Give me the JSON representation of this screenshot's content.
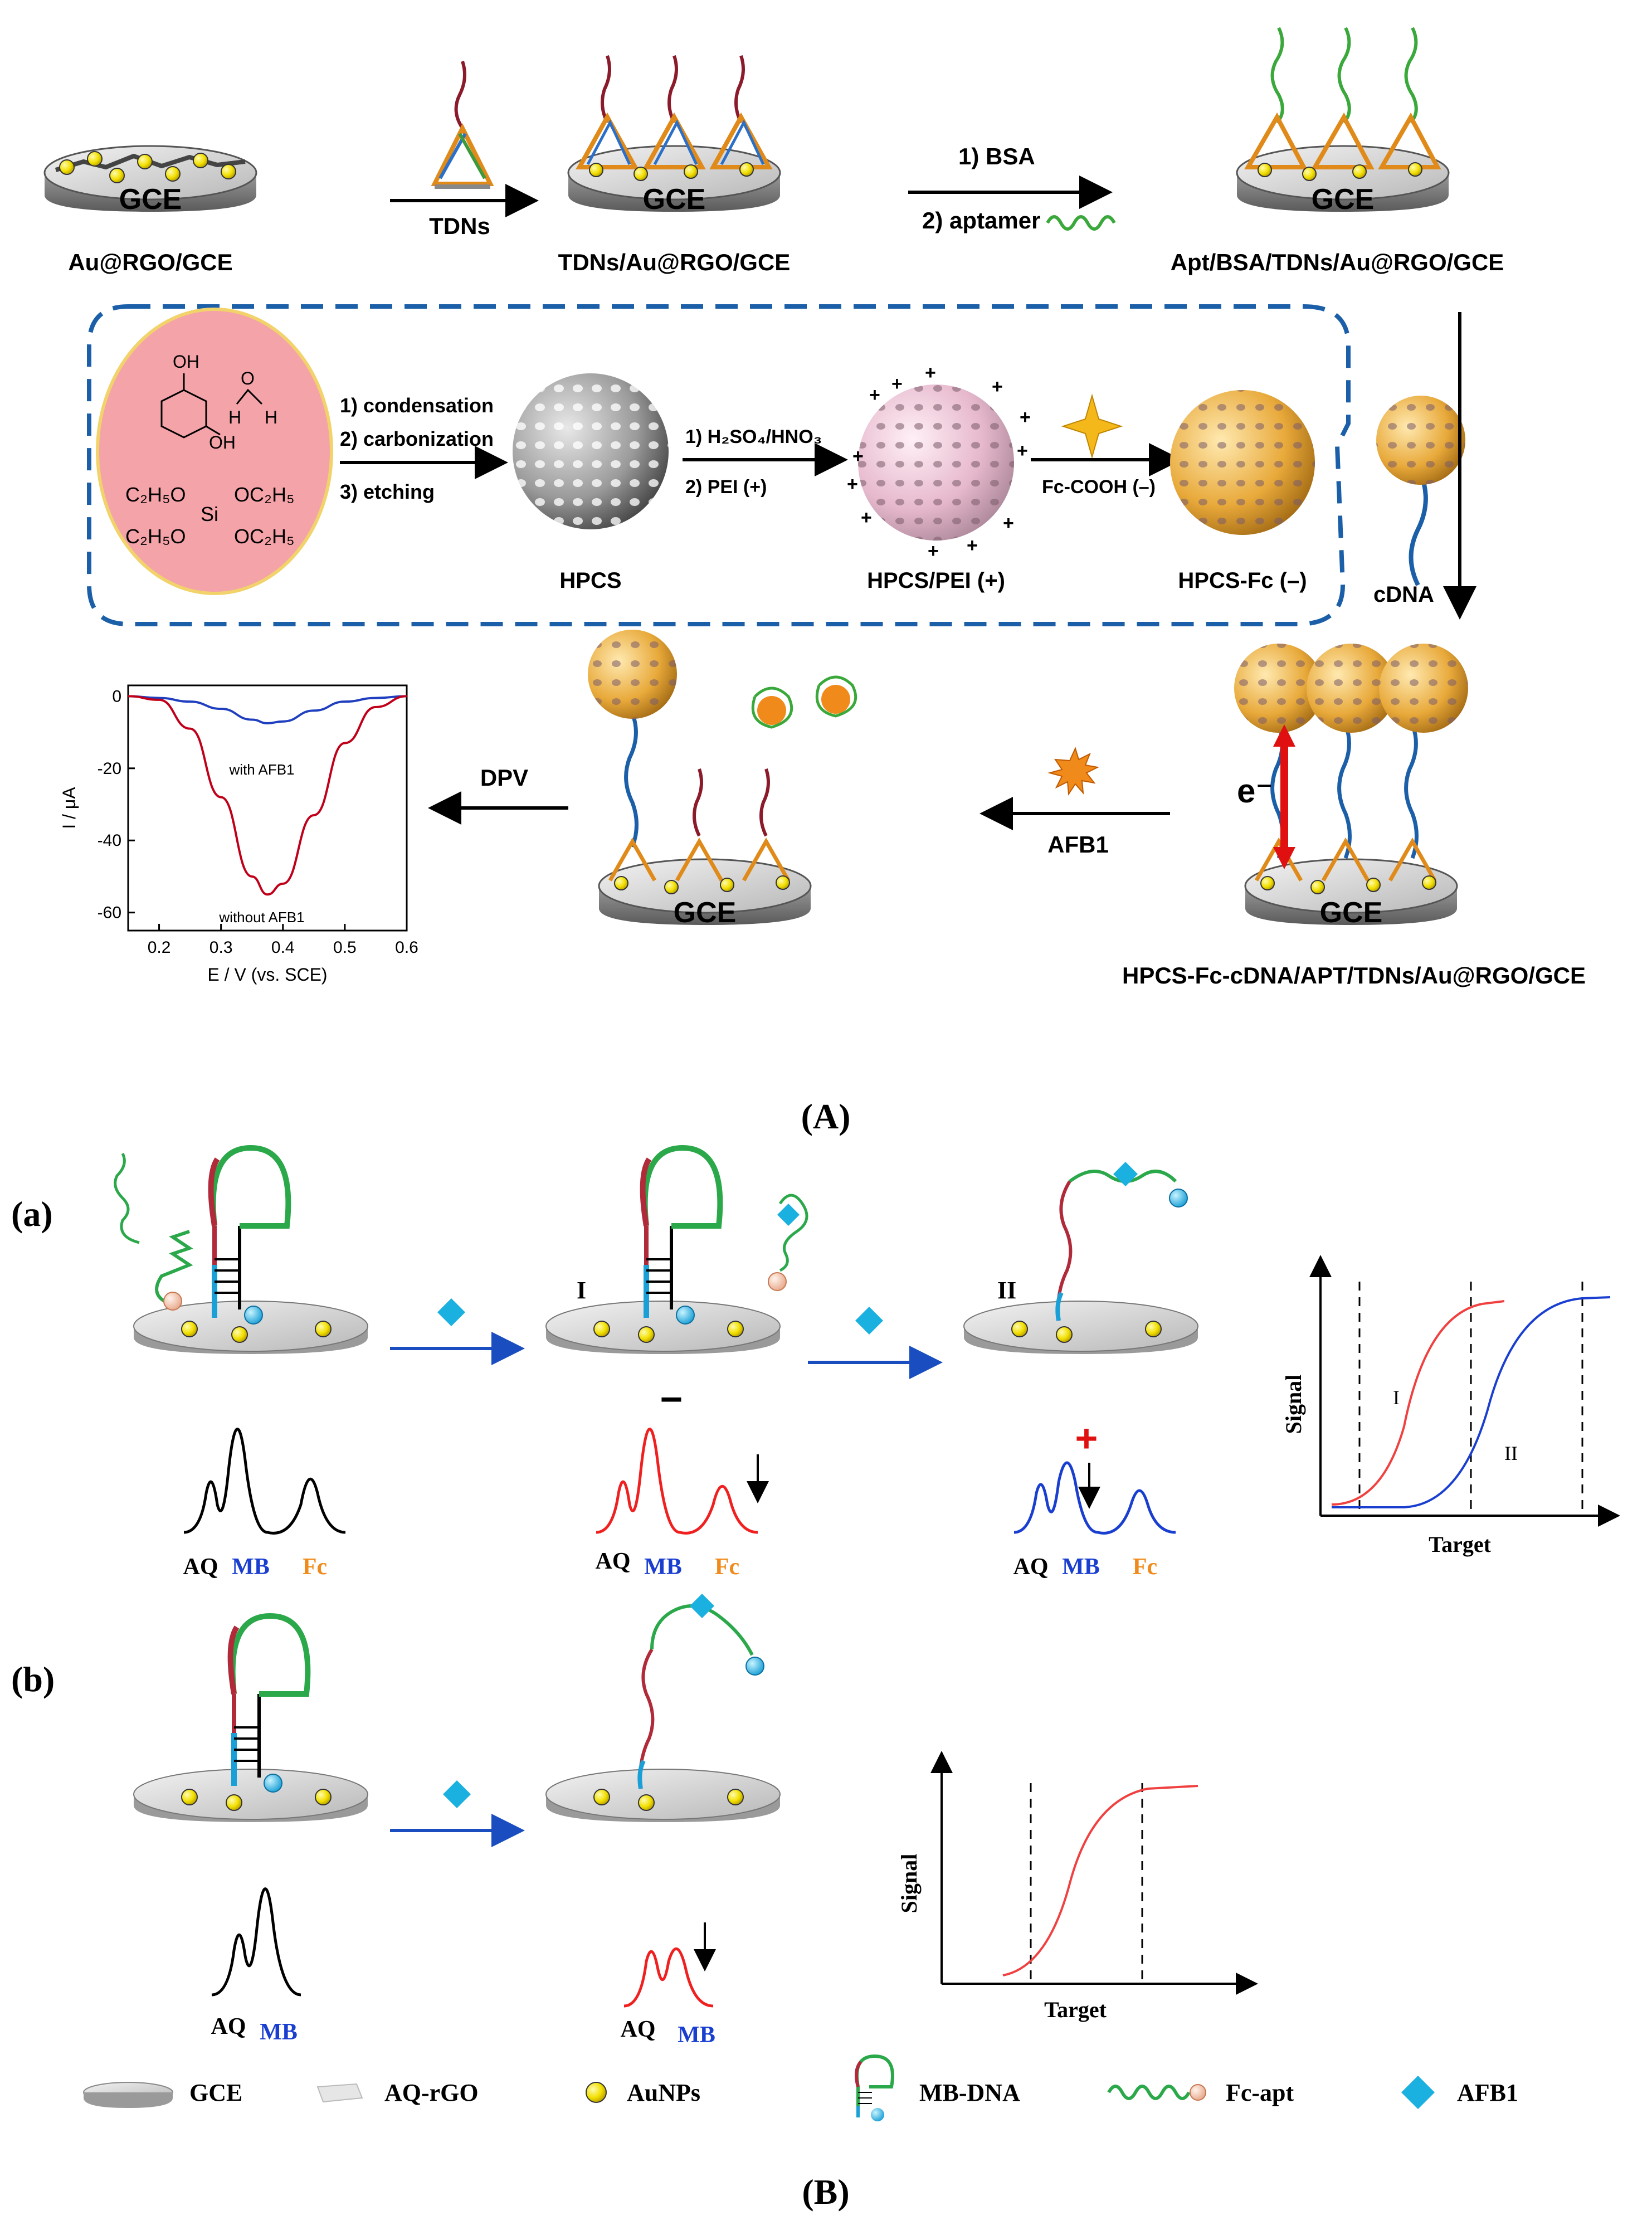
{
  "panelA": {
    "label": "A",
    "electrode_text": "GCE",
    "step1_label": "Au@RGO/GCE",
    "arrow1_label": "TDNs",
    "step2_label": "TDNs/Au@RGO/GCE",
    "arrow2_line1": "1) BSA",
    "arrow2_line2": "2) aptamer",
    "step3_label": "Apt/BSA/TDNs/Au@RGO/GCE",
    "synth_cond1": "1) condensation",
    "synth_cond2": "2) carbonization",
    "synth_cond3": "3) etching",
    "chem_oh_top": "OH",
    "chem_oh_bottom": "OH",
    "chem_h1": "H",
    "chem_h2": "H",
    "chem_o": "O",
    "chem_si": "Si",
    "chem_c2h5o_left_top": "C₂H₅O",
    "chem_c2h5o_left_bottom": "C₂H₅O",
    "chem_oc2h5_right_top": "OC₂H₅",
    "chem_oc2h5_right_bottom": "OC₂H₅",
    "hpcs_label": "HPCS",
    "acid_step1": "1) H₂SO₄/HNO₃",
    "acid_step2": "2) PEI (+)",
    "hpcs_pei_label": "HPCS/PEI (+)",
    "fc_arrow_label": "Fc-COOH (–)",
    "hpcs_fc_label": "HPCS-Fc (–)",
    "cdna_label": "cDNA",
    "e_label": "e⁻",
    "afb1_label": "AFB1",
    "final_label": "HPCS-Fc-cDNA/APT/TDNs/Au@RGO/GCE",
    "dpv_label": "DPV",
    "dpv_chart": {
      "ylabel": "I / μA",
      "xlabel": "E / V (vs. SCE)",
      "yticks": [
        "0",
        "-20",
        "-40",
        "-60"
      ],
      "xticks": [
        "0.2",
        "0.3",
        "0.4",
        "0.5",
        "0.6"
      ],
      "annotation_with": "with AFB1",
      "annotation_without": "without AFB1"
    }
  },
  "panelB": {
    "label": "B",
    "sub_a": "a",
    "sub_b": "b",
    "state_I": "I",
    "state_II": "II",
    "minus_sign": "−",
    "plus_sign": "+",
    "peak_AQ": "AQ",
    "peak_MB": "MB",
    "peak_Fc": "Fc",
    "chart_a": {
      "ylabel": "Signal",
      "xlabel": "Target",
      "curve_I": "I",
      "curve_II": "II"
    },
    "chart_b": {
      "ylabel": "Signal",
      "xlabel": "Target"
    },
    "legend": {
      "gce": "GCE",
      "aq_rgo": "AQ-rGO",
      "aunps": "AuNPs",
      "mb_dna": "MB-DNA",
      "fc_apt": "Fc-apt",
      "afb1": "AFB1"
    }
  },
  "chart_data": [
    {
      "type": "line",
      "x": [
        0.15,
        0.2,
        0.25,
        0.3,
        0.35,
        0.375,
        0.4,
        0.45,
        0.5,
        0.55,
        0.6
      ],
      "series": [
        {
          "name": "with AFB1",
          "color": "#1f3fbf",
          "values": [
            0,
            -0.5,
            -1.5,
            -3.5,
            -6.5,
            -7.5,
            -7,
            -4,
            -1.5,
            -0.5,
            0
          ]
        },
        {
          "name": "without AFB1",
          "color": "#c0001a",
          "values": [
            0,
            -1,
            -9,
            -28,
            -50,
            -55,
            -52,
            -33,
            -13,
            -3,
            0
          ]
        }
      ],
      "xlabel": "E / V (vs. SCE)",
      "ylabel": "I / μA",
      "xlim": [
        0.15,
        0.6
      ],
      "ylim": [
        -65,
        3
      ],
      "xticks": [
        0.2,
        0.3,
        0.4,
        0.5,
        0.6
      ],
      "yticks": [
        0,
        -20,
        -40,
        -60
      ]
    }
  ]
}
